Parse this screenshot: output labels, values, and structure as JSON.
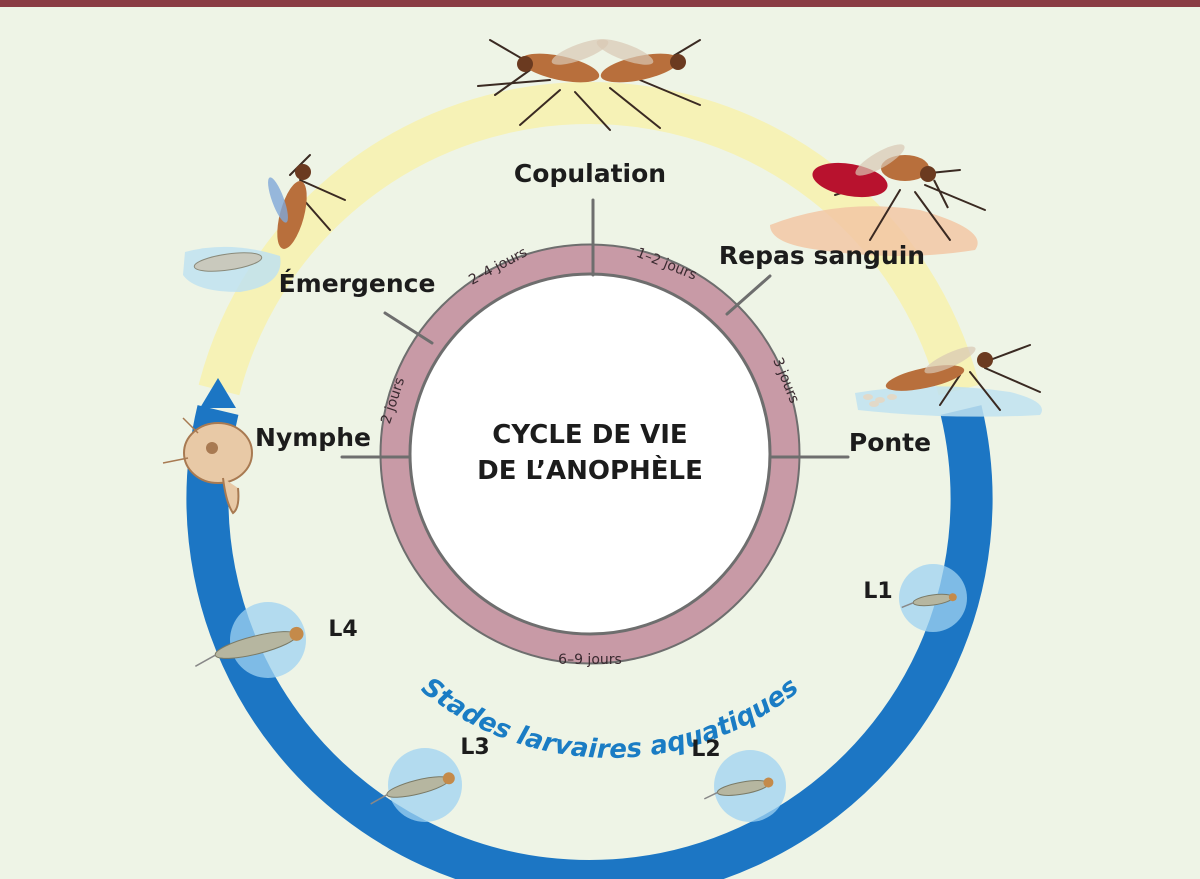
{
  "title_lines": [
    "CYCLE DE VIE",
    "DE L’ANOPHÈLE"
  ],
  "stages": {
    "copulation": "Copulation",
    "repas": "Repas sanguin",
    "ponte": "Ponte",
    "nymphe": "Nymphe",
    "emergence": "Émergence"
  },
  "larvae": {
    "l1": "L1",
    "l2": "L2",
    "l3": "L3",
    "l4": "L4"
  },
  "durations": {
    "d1": "1–2 jours",
    "d2": "3 jours",
    "d3": "6–9 jours",
    "d4": "2 jours",
    "d5": "2–4 jours"
  },
  "aquatic_label": "Stades larvaires aquatiques",
  "colors": {
    "background": "#eef4e6",
    "top_bar": "#8a3c44",
    "aerial_arc": "#f6f2b6",
    "aquatic_arc": "#1c76c4",
    "inner_ring": "#c89aa6",
    "inner_ring_edge": "#6e6e6e",
    "aquatic_text": "#1a7cc4"
  }
}
